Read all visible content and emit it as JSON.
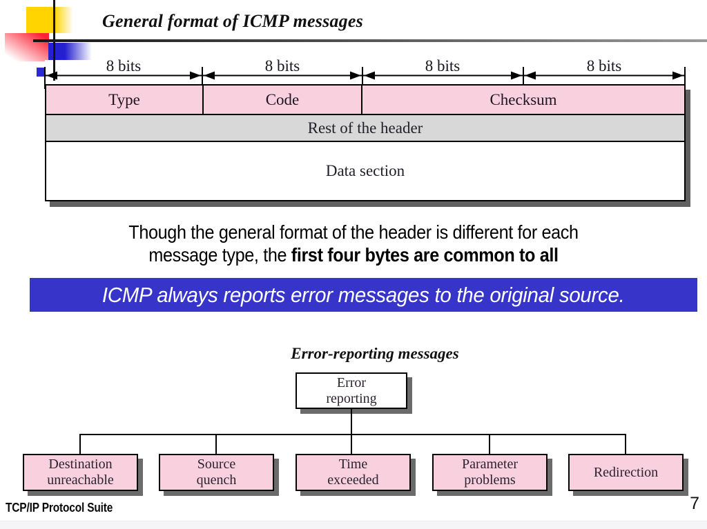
{
  "slide": {
    "title": "General format of ICMP messages",
    "footer": "TCP/IP Protocol Suite",
    "page_number": "7"
  },
  "format_diagram": {
    "bit_labels": [
      "8 bits",
      "8 bits",
      "8 bits",
      "8 bits"
    ],
    "header_fields": [
      "Type",
      "Code",
      "Checksum"
    ],
    "rest_row": "Rest of the header",
    "data_row": "Data section"
  },
  "note": {
    "line1": "Though the general format of the header is different for each",
    "line2_normal": "message type, the",
    "line2_bold": "first four bytes are common to all"
  },
  "banner": {
    "text": "ICMP always reports error messages to the original source."
  },
  "tree": {
    "caption": "Error-reporting messages",
    "root": {
      "line1": "Error",
      "line2": "reporting"
    },
    "children": [
      {
        "line1": "Destination",
        "line2": "unreachable"
      },
      {
        "line1": "Source",
        "line2": "quench"
      },
      {
        "line1": "Time",
        "line2": "exceeded"
      },
      {
        "line1": "Parameter",
        "line2": "problems"
      },
      {
        "line1": "Redirection",
        "line2": ""
      }
    ]
  },
  "colors": {
    "field_pink": "#f8d0de",
    "rest_gray": "#d8d8d8",
    "banner_blue": "#3734c9",
    "shadow_gray": "#666666",
    "deco_yellow": "#ffd400",
    "deco_red": "#fa2436",
    "deco_blue": "#2420cf"
  }
}
